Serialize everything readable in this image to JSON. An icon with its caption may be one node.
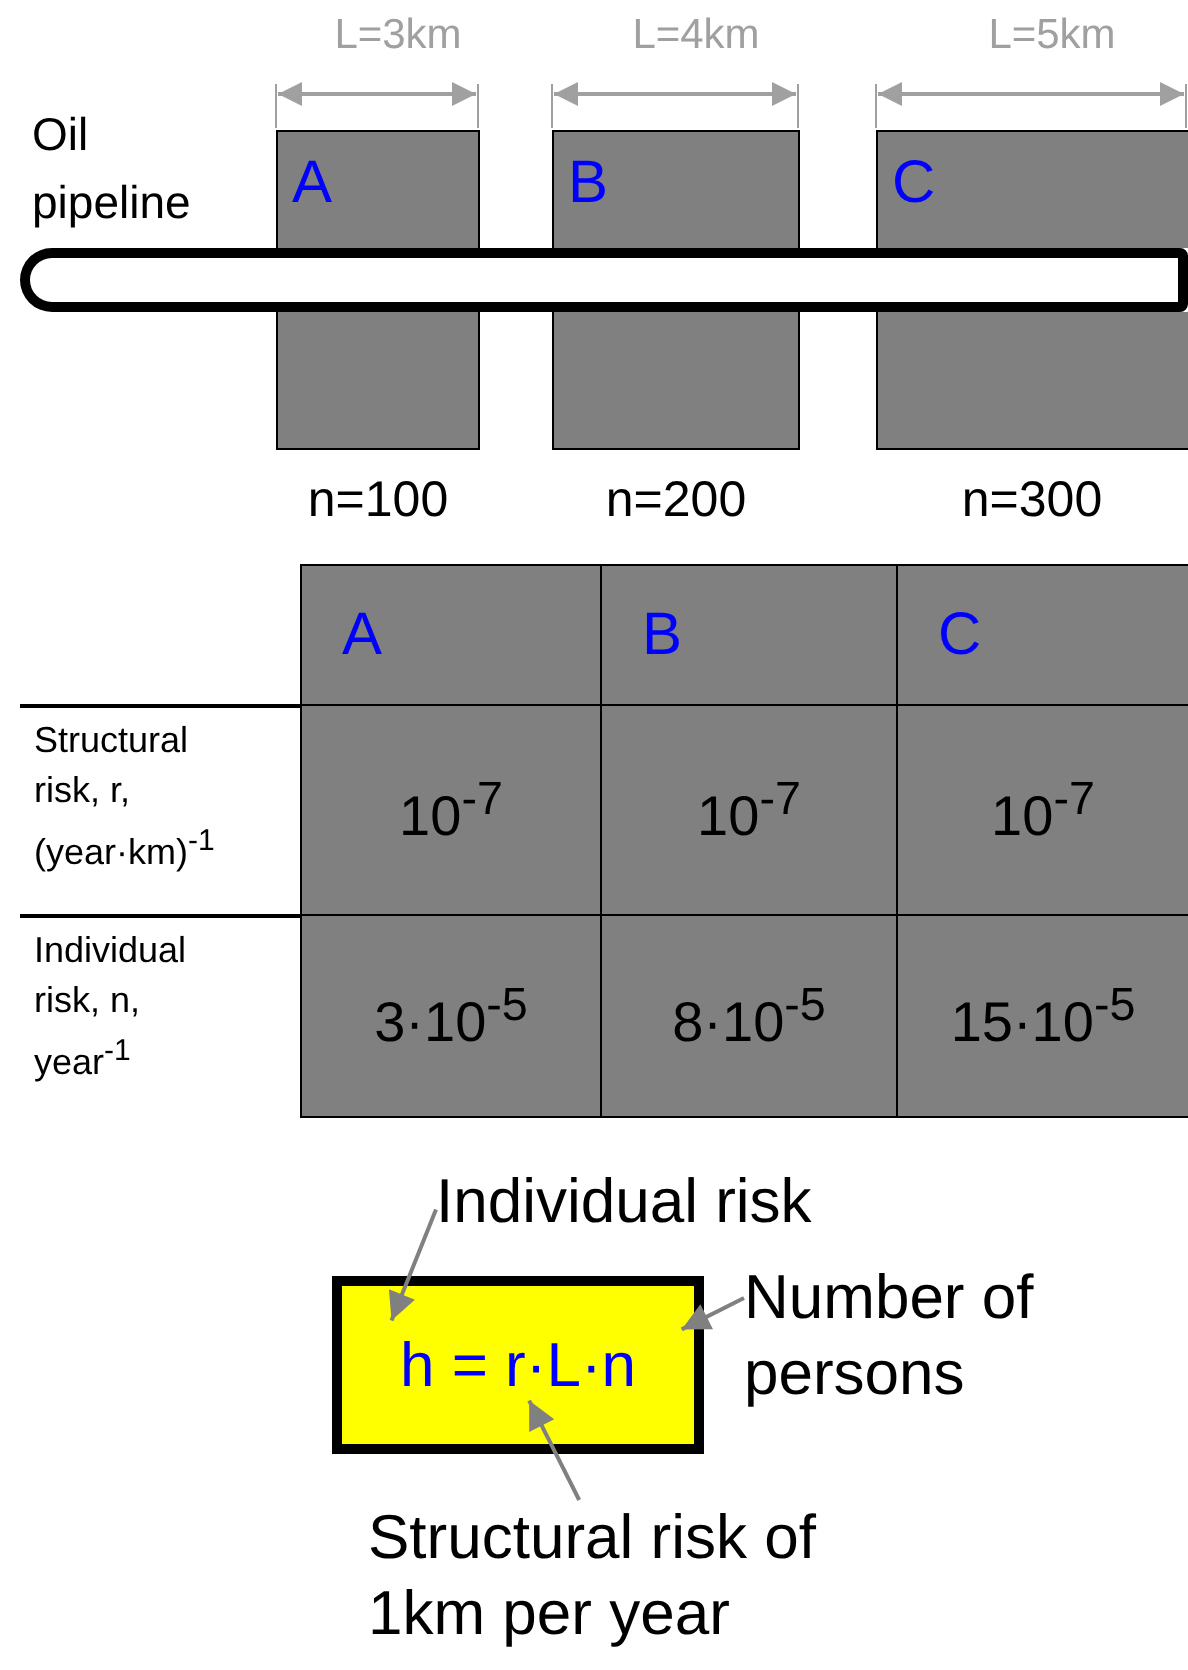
{
  "diagram": {
    "nodes": [
      {
        "text": [
          "A"
        ]
      },
      {
        "text": [
          "B"
        ]
      },
      {
        "text": [
          "C"
        ]
      },
      {
        "text": [],
        "shape": "cylinder"
      },
      {
        "text": [
          "h = r·L·n"
        ]
      },
      {
        "text": [
          "Individual risk"
        ]
      },
      {
        "text": [
          "Number of persons"
        ]
      },
      {
        "text": [
          "Structural risk of 1km per year"
        ]
      }
    ],
    "edges": [
      {
        "from": 5,
        "to": 4,
        "arrow": "to"
      },
      {
        "from": 6,
        "to": 4,
        "arrow": "to"
      },
      {
        "from": 7,
        "to": 4,
        "arrow": "to"
      }
    ],
    "labels": [
      "Oil pipeline",
      "L=3km",
      "L=4km",
      "L=5km",
      "n=100",
      "n=200",
      "n=300",
      "A",
      "B",
      "C",
      "Structural risk, r, (year·km)$^{-1}$",
      "10$^{-7}$",
      "10$^{-7}$",
      "10$^{-7}$",
      "Individual risk, n, year$^{-1}$",
      "3·10$^{-5}$",
      "8·10$^{-5}$",
      "15·10$^{-5}$"
    ]
  }
}
